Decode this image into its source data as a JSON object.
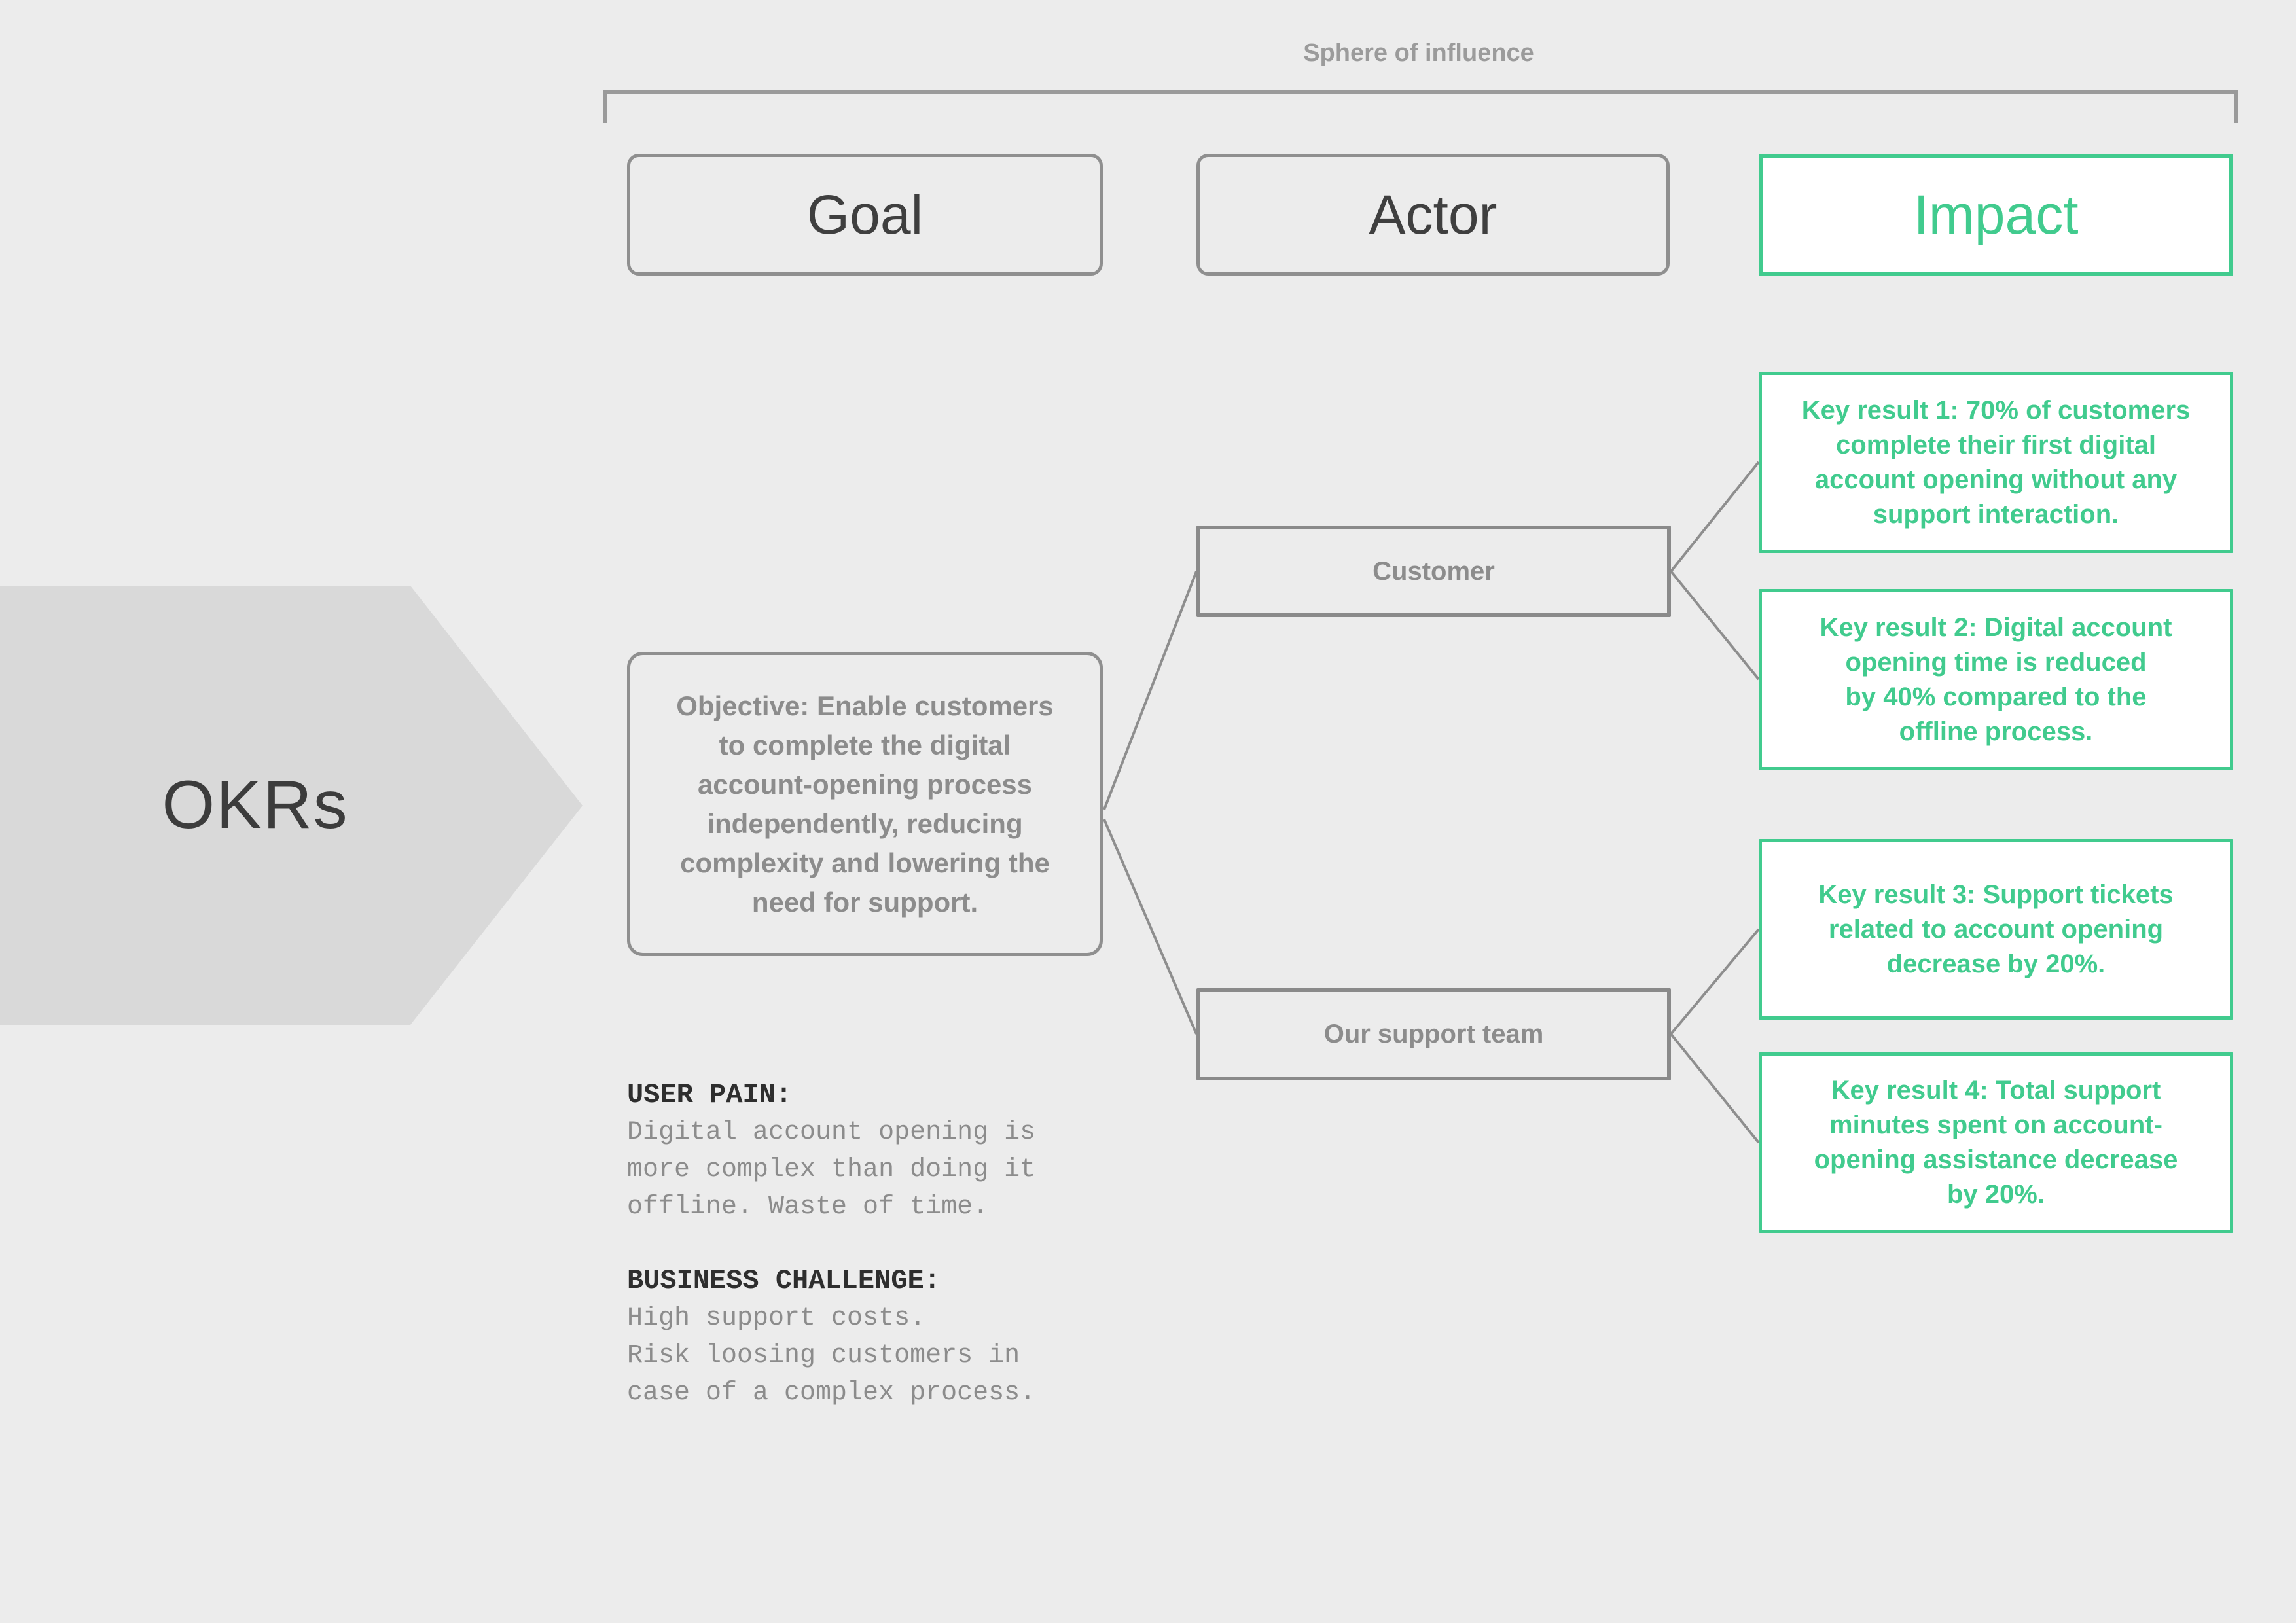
{
  "header": {
    "sphere_label": "Sphere of influence"
  },
  "columns": {
    "goal": "Goal",
    "actor": "Actor",
    "impact": "Impact"
  },
  "okr": {
    "label": "OKRs"
  },
  "objective": {
    "text": "Objective: Enable customers\nto complete the digital\naccount-opening process\nindependently, reducing\ncomplexity and lowering the\nneed for support."
  },
  "actors": {
    "customer": "Customer",
    "support_team": "Our support team"
  },
  "key_results": [
    {
      "text": "Key result 1: 70% of customers\ncomplete their first digital\naccount opening without any\nsupport interaction."
    },
    {
      "text": "Key result 2: Digital account\nopening time is reduced\nby 40% compared to the\noffline process."
    },
    {
      "text": "Key result 3: Support tickets\nrelated to account opening\ndecrease by 20%."
    },
    {
      "text": "Key result 4: Total support\nminutes spent on account-\nopening assistance decrease\nby 20%."
    }
  ],
  "notes": {
    "user_pain_label": "USER PAIN:",
    "user_pain_body": "Digital account opening is\nmore complex than doing it\noffline. Waste of time.",
    "business_challenge_label": "BUSINESS CHALLENGE:",
    "business_challenge_body": "High support costs.\nRisk loosing customers in\ncase of a complex process."
  },
  "colors": {
    "accent_green": "#41CB8E",
    "line_gray": "#8E8E8E",
    "arrow_fill": "#D9D9D9",
    "background": "#ECECEC"
  }
}
